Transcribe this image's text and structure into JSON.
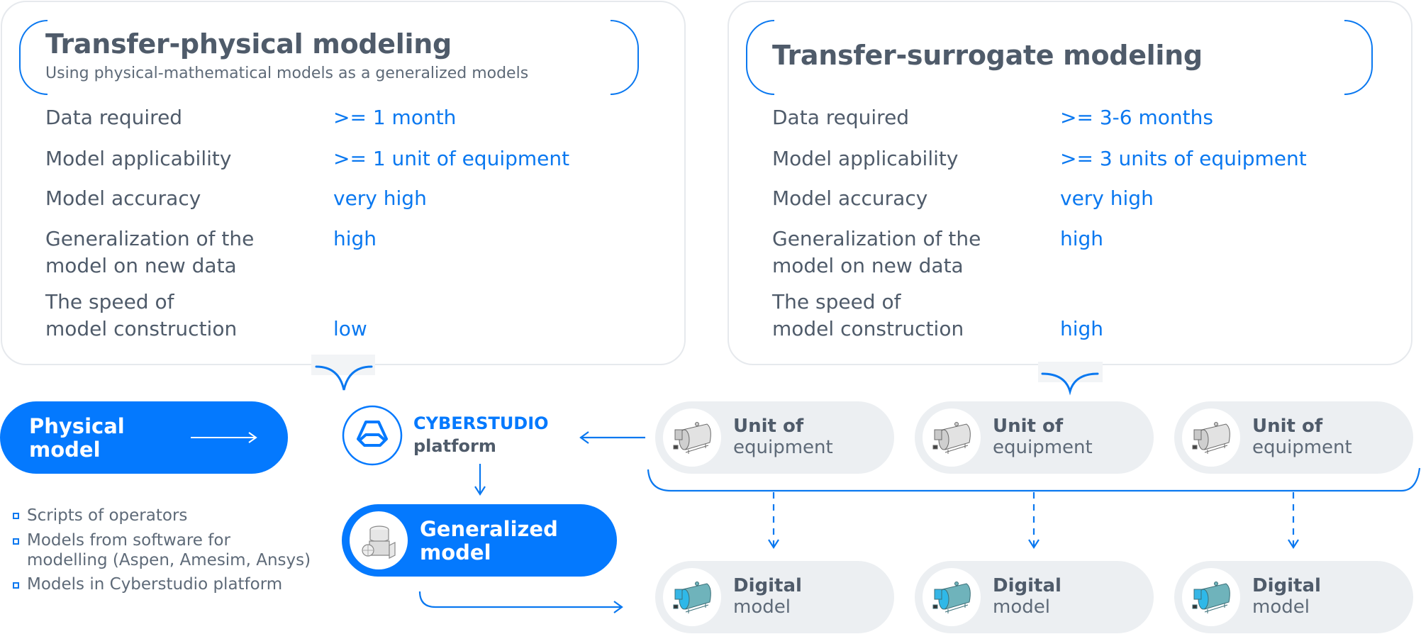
{
  "colors": {
    "accent": "#0479fe",
    "text_dark": "#4f5b6a",
    "pill_grey": "#eceff2",
    "card_border": "#e6e9ed"
  },
  "left_card": {
    "title": "Transfer-physical modeling",
    "subtitle": "Using physical-mathematical models as a generalized models",
    "rows": [
      {
        "label_lines": [
          "Data required"
        ],
        "value": ">= 1 month"
      },
      {
        "label_lines": [
          "Model applicability"
        ],
        "value": ">= 1 unit of equipment"
      },
      {
        "label_lines": [
          "Model accuracy"
        ],
        "value": "very high"
      },
      {
        "label_lines": [
          "Generalization of the",
          "model on new data"
        ],
        "value": "high"
      },
      {
        "label_lines": [
          "The speed of",
          "model construction"
        ],
        "value": "low"
      }
    ]
  },
  "right_card": {
    "title": "Transfer-surrogate modeling",
    "rows": [
      {
        "label_lines": [
          "Data required"
        ],
        "value": ">= 3-6 months"
      },
      {
        "label_lines": [
          "Model applicability"
        ],
        "value": ">= 3 units of equipment"
      },
      {
        "label_lines": [
          "Model accuracy"
        ],
        "value": "very high"
      },
      {
        "label_lines": [
          "Generalization of the",
          "model on new data"
        ],
        "value": "high"
      },
      {
        "label_lines": [
          "The speed of",
          "model construction"
        ],
        "value": "high"
      }
    ]
  },
  "physical_model": {
    "line1": "Physical",
    "line2": "model",
    "icon": "arrow-right-icon"
  },
  "bullets": [
    {
      "lines": [
        "Scripts of operators"
      ]
    },
    {
      "lines": [
        "Models from software for",
        "modelling (Aspen, Amesim, Ansys)"
      ]
    },
    {
      "lines": [
        "Models in Cyberstudio platform"
      ]
    }
  ],
  "platform": {
    "brand": "CYBERSTUDIO",
    "label": "platform",
    "icon": "cyberstudio-logo-icon"
  },
  "generalized_model": {
    "line1": "Generalized",
    "line2": "model",
    "icon": "generalized-model-icon"
  },
  "units": [
    {
      "line1": "Unit of",
      "line2": "equipment",
      "icon": "boiler-equipment-icon"
    },
    {
      "line1": "Unit of",
      "line2": "equipment",
      "icon": "boiler-equipment-icon"
    },
    {
      "line1": "Unit of",
      "line2": "equipment",
      "icon": "boiler-equipment-icon"
    }
  ],
  "digital_models": [
    {
      "line1": "Digital",
      "line2": "model",
      "icon": "digital-boiler-icon"
    },
    {
      "line1": "Digital",
      "line2": "model",
      "icon": "digital-boiler-icon"
    },
    {
      "line1": "Digital",
      "line2": "model",
      "icon": "digital-boiler-icon"
    }
  ]
}
